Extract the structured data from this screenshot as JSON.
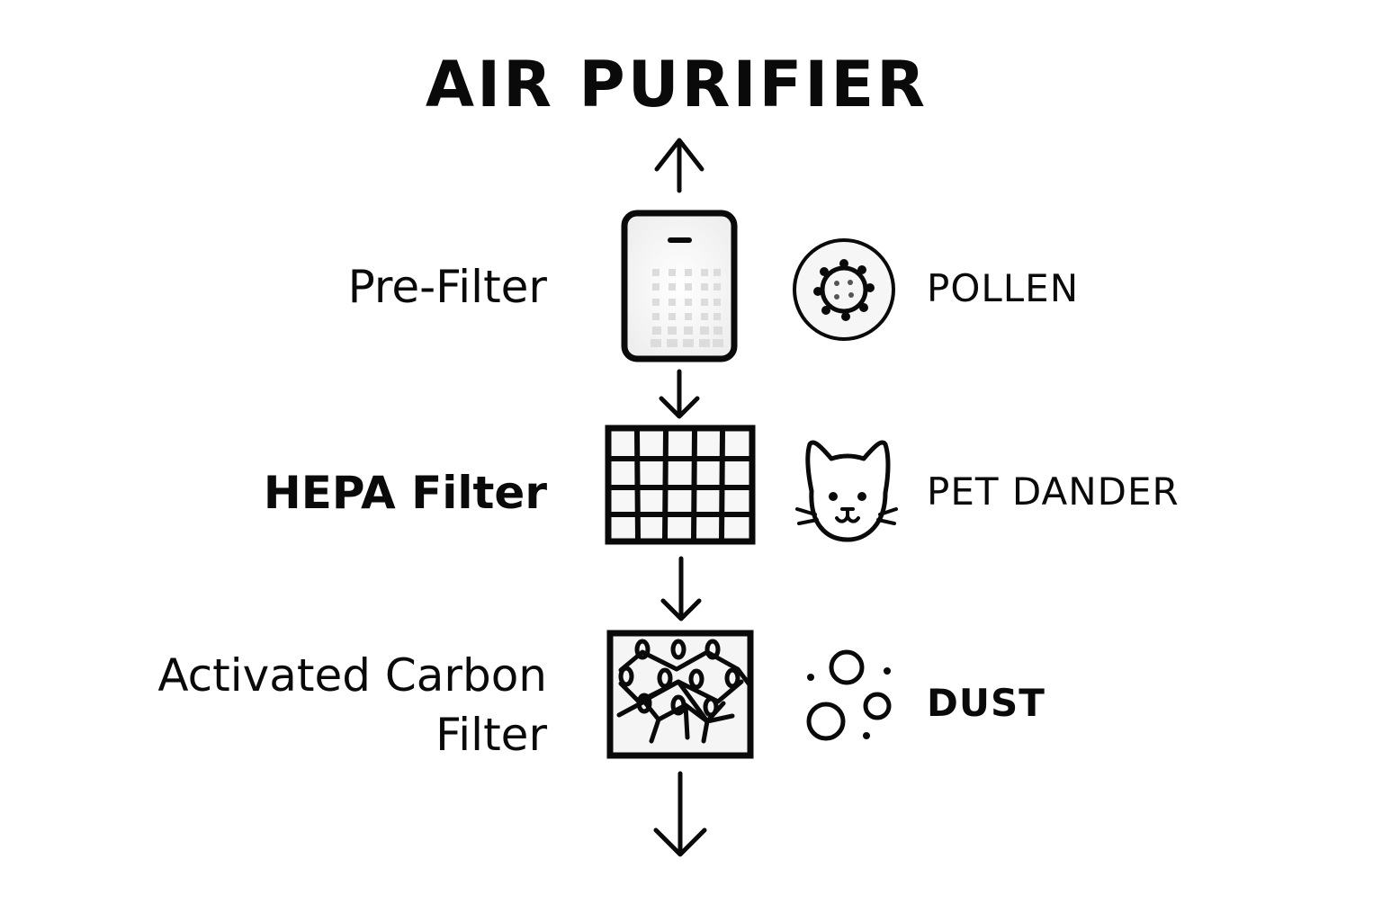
{
  "diagram": {
    "title": "AIR PURIFIER",
    "stages": [
      {
        "label": "Pre-Filter",
        "icon": "pre-filter-panel-icon",
        "pollutant": "POLLEN",
        "pollutant_icon": "pollen-icon"
      },
      {
        "label": "HEPA Filter",
        "icon": "hepa-grid-icon",
        "pollutant": "PET DANDER",
        "pollutant_icon": "cat-face-icon"
      },
      {
        "label_line1": "Activated Carbon",
        "label_line2": "Filter",
        "icon": "carbon-mesh-icon",
        "pollutant": "DUST",
        "pollutant_icon": "dust-particles-icon"
      }
    ],
    "flow": [
      "arrow-up-icon",
      "arrow-down-icon",
      "arrow-down-icon",
      "arrow-down-icon"
    ],
    "colors": {
      "stroke": "#0a0a0a",
      "background": "#ffffff",
      "fill_light": "#f2f2f2"
    }
  }
}
